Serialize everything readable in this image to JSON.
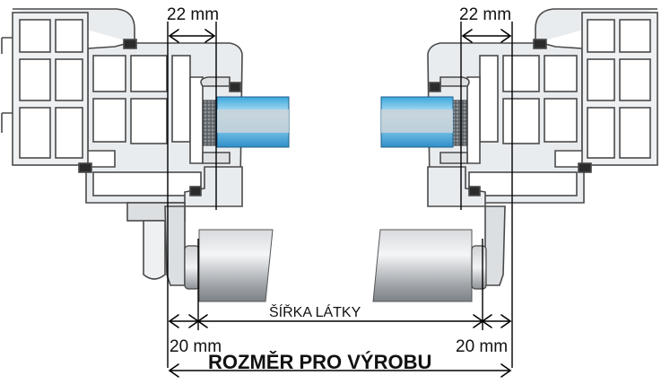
{
  "dimensions": {
    "top_offset_left": "22 mm",
    "top_offset_right": "22 mm",
    "side_offset_left": "20 mm",
    "side_offset_right": "20 mm",
    "fabric_width": "ŠÍŘKA LÁTKY",
    "production_size": "ROZMĚR PRO VÝROBU"
  },
  "colors": {
    "profile_fill": "#e9ecef",
    "profile_stroke": "#4a4a4a",
    "glass_blue": "#6ec6ea",
    "roller_grey": "#9a9ea3",
    "dimension_line": "#000000"
  }
}
